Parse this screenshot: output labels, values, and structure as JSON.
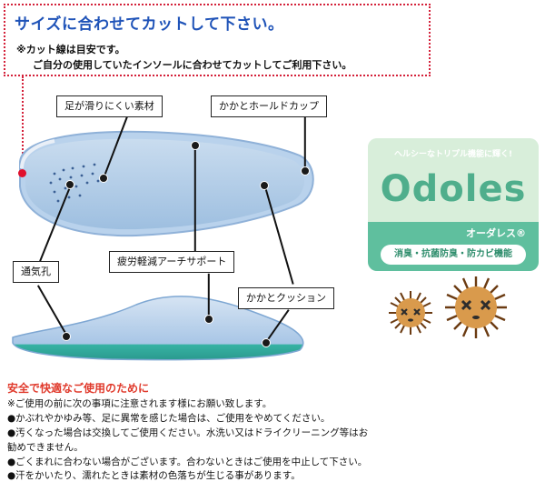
{
  "notice": {
    "headline": "サイズに合わせてカットして下さい。",
    "line1": "※カット線は目安です。",
    "line2": "ご自分の使用していたインソールに合わせてカットしてご利用下さい。"
  },
  "callouts": {
    "non_slip": "足が滑りにくい素材",
    "heel_cup": "かかとホールドカップ",
    "vents": "通気孔",
    "arch": "疲労軽減アーチサポート",
    "cushion": "かかとクッション"
  },
  "badge": {
    "tagline": "ヘルシーなトリプル機能に輝く!",
    "logo": "Odoles",
    "katakana": "オーダレス®",
    "functions": "消臭・抗菌防臭・防カビ機能"
  },
  "safety": {
    "title": "安全で快適なご使用のために",
    "lines": [
      "※ご使用の前に次の事項に注意されます様にお願い致します。",
      "●かぶれやかゆみ等、足に異常を感じた場合は、ご使用をやめてください。",
      "●汚くなった場合は交換してご使用ください。水洗い又はドライクリーニング等はお",
      "勧めできません。",
      "●ごくまれに合わない場合がございます。合わないときはご使用を中止して下さい。",
      "●汗をかいたり、濡れたときは素材の色落ちが生じる事があります。"
    ]
  },
  "colors": {
    "accent_red": "#d4213a",
    "headline_blue": "#1f53b8",
    "insole_blue": "#aac7e6",
    "insole_teal": "#36b3a4",
    "badge_green": "#5fbf9e",
    "safety_title": "#e03a2c"
  }
}
